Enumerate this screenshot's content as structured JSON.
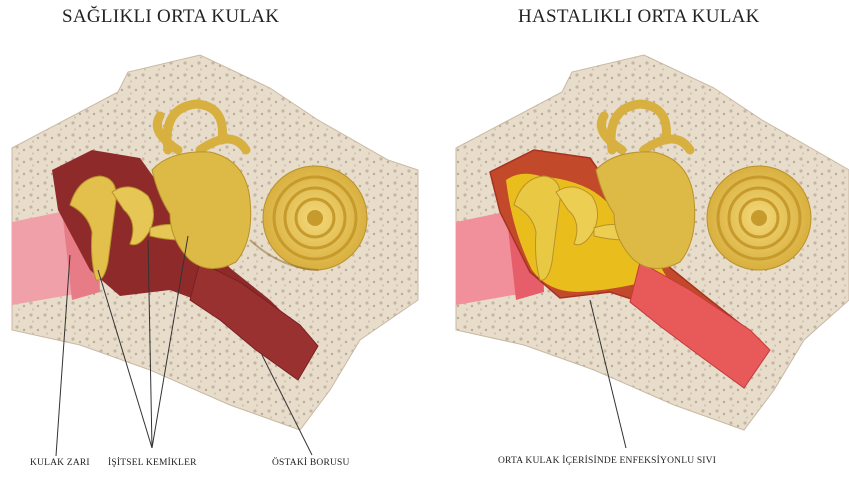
{
  "titles": {
    "healthy": "SAĞLIKLI ORTA KULAK",
    "diseased": "HASTALIKLI ORTA KULAK"
  },
  "labels": {
    "eardrum": "KULAK ZARI",
    "ossicles": "İŞİTSEL KEMİKLER",
    "eustachian_tube": "ÖSTAKİ BORUSU",
    "infected_fluid": "ORTA KULAK İÇERİSİNDE ENFEKSİYONLU SIVI"
  },
  "colors": {
    "bone": "#e8dccb",
    "bone_dots": "#b9ab97",
    "cavity_healthy": "#8f2a2a",
    "cavity_diseased": "#c24a2a",
    "ossicle": "#e3c04b",
    "fluid": "#f0d21a",
    "eardrum": "#e77c86",
    "tube_diseased": "#e85a5a"
  }
}
